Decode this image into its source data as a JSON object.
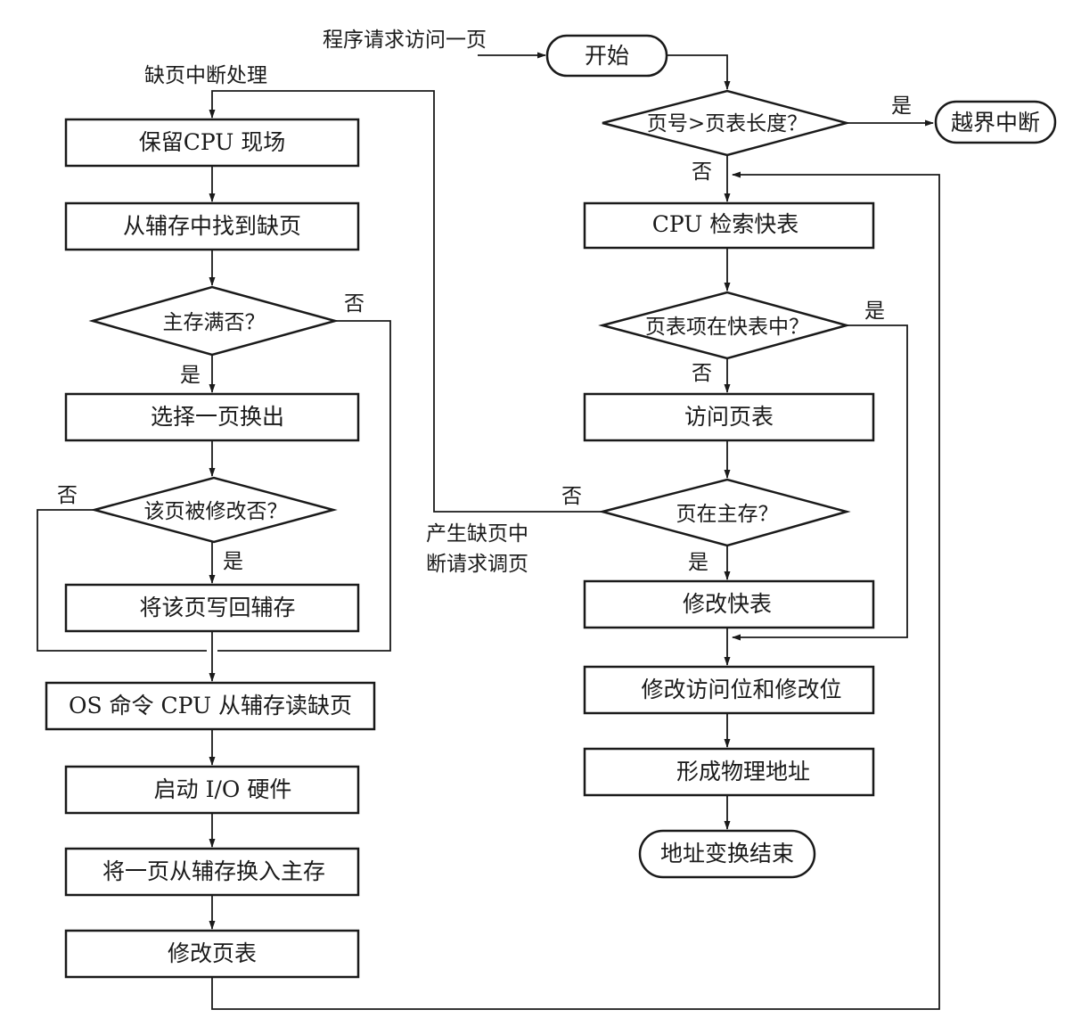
{
  "right_flow": {
    "request_label": "程序请求访问一页",
    "start": "开始",
    "decision_page_length": "页号>页表长度？",
    "yes_label_out_of_bounds": "是",
    "out_of_bounds": "越界中断",
    "no_label_page_length": "否",
    "search_tlb": "CPU 检索快表",
    "decision_in_tlb": "页表项在快表中？",
    "yes_label_in_tlb": "是",
    "no_label_in_tlb": "否",
    "access_page_table": "访问页表",
    "decision_in_memory": "页在主存？",
    "no_label_in_memory": "否",
    "page_fault_note_line1": "产生缺页中",
    "page_fault_note_line2": "断请求调页",
    "yes_label_in_memory": "是",
    "update_tlb": "修改快表",
    "update_bits": "修改访问位和修改位",
    "form_physical_address": "形成物理地址",
    "end": "地址变换结束"
  },
  "left_flow": {
    "title": "缺页中断处理",
    "save_cpu_state": "保留CPU 现场",
    "find_page_in_secondary": "从辅存中找到缺页",
    "decision_memory_full": "主存满否？",
    "no_label_memory_full": "否",
    "yes_label_memory_full": "是",
    "select_page_out": "选择一页换出",
    "decision_modified": "该页被修改否？",
    "no_label_modified": "否",
    "yes_label_modified": "是",
    "write_back": "将该页写回辅存",
    "os_command_read": "OS 命令 CPU 从辅存读缺页",
    "start_io": "启动 I/O 硬件",
    "swap_in": "将一页从辅存换入主存",
    "update_page_table": "修改页表"
  }
}
